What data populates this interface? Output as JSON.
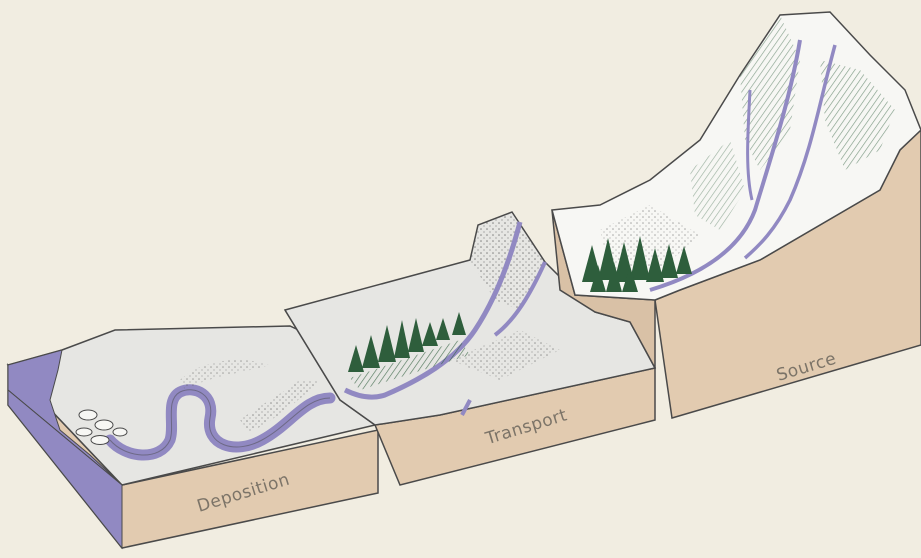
{
  "labels": {
    "deposition": "Deposition",
    "transport": "Transport",
    "source": "Source"
  },
  "colors": {
    "background": "#f1ede1",
    "block_side": "#d9c1a6",
    "block_front": "#e2cbb0",
    "surface": "#e6e6e3",
    "snow": "#f7f7f4",
    "water": "#9189c2",
    "outline": "#4a4a4a",
    "trees": "#2e5e3c",
    "label_text": "#7c7468"
  },
  "icons": {
    "trees": "conifer-tree-icon"
  }
}
